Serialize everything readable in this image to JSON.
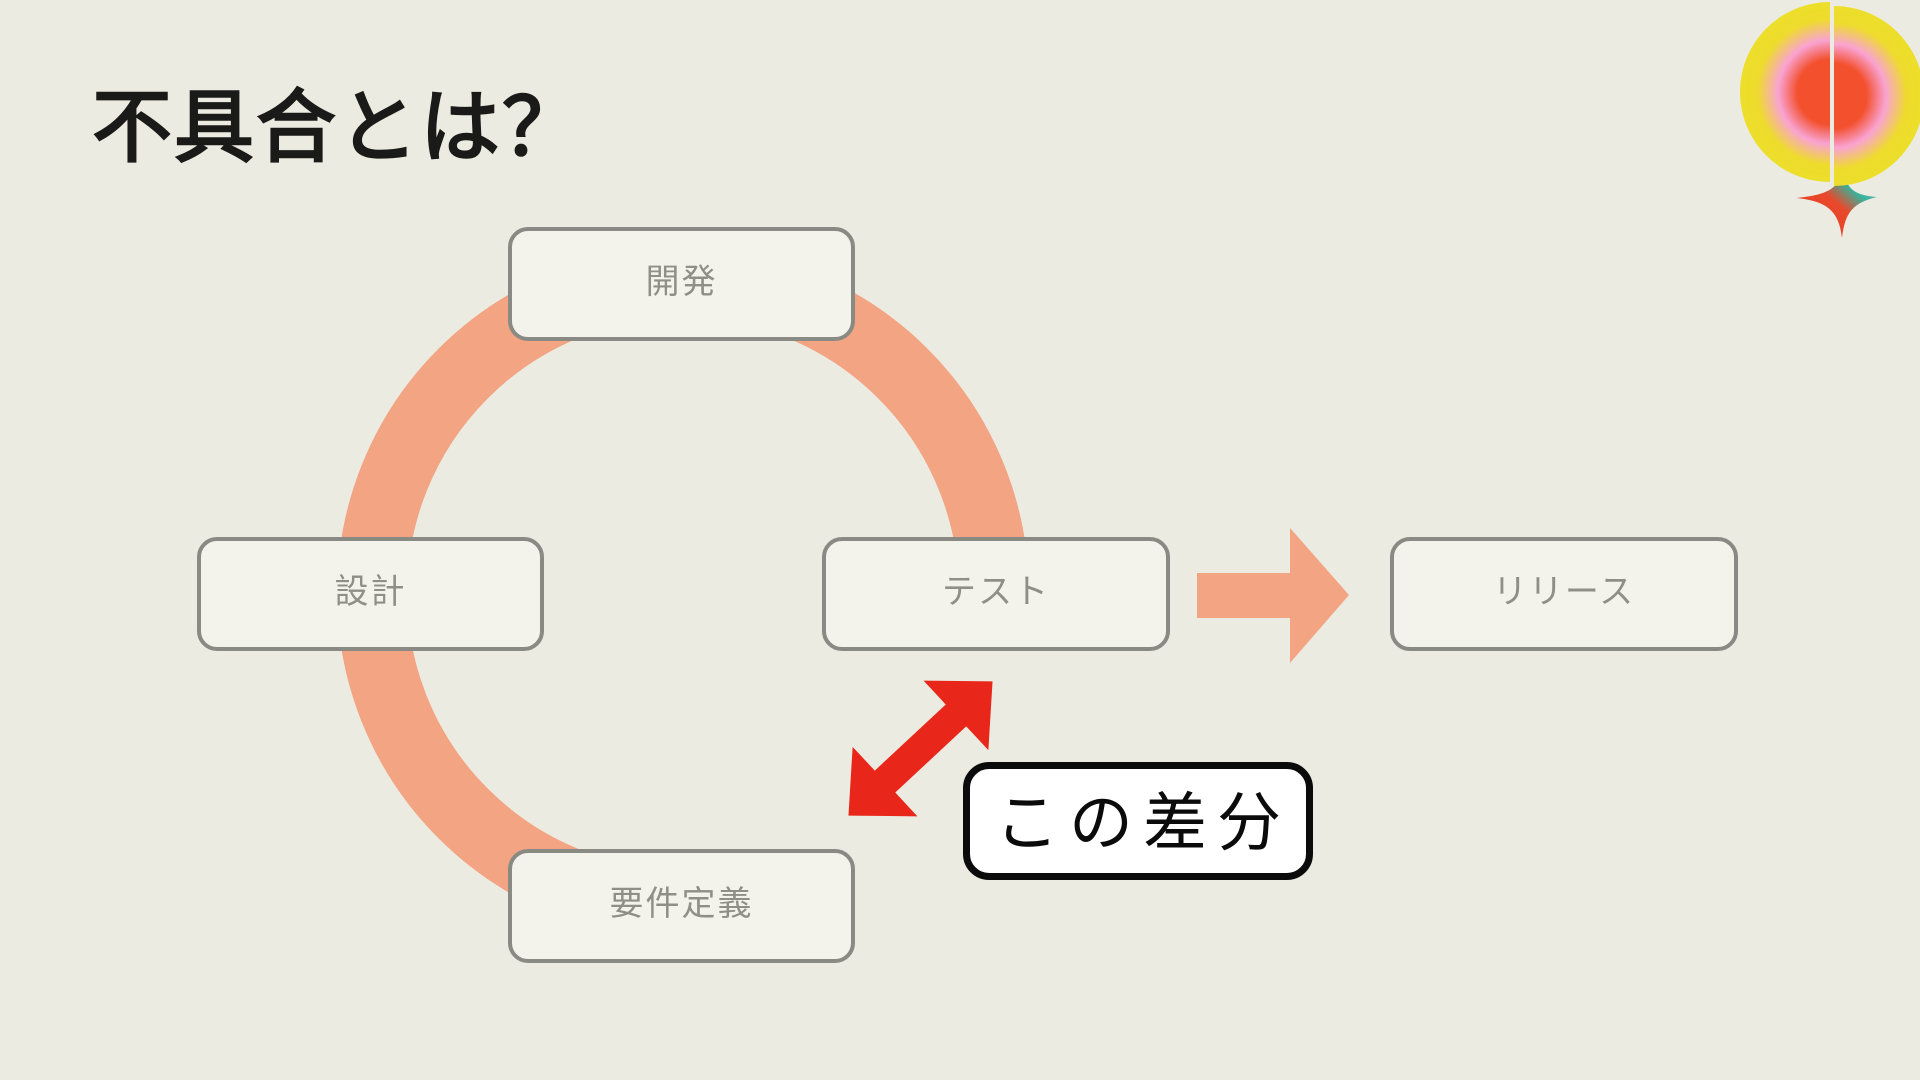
{
  "title": "不具合とは？",
  "flow": {
    "steps": [
      {
        "id": "dev",
        "label": "開発"
      },
      {
        "id": "design",
        "label": "設計"
      },
      {
        "id": "test",
        "label": "テスト"
      },
      {
        "id": "requirements",
        "label": "要件定義"
      }
    ],
    "release": {
      "label": "リリース"
    },
    "annotation": {
      "label": "この差分"
    }
  },
  "icons": [
    "cycle-ring-arc",
    "arrow-right-icon",
    "diff-double-arrow-icon",
    "half-circle-left-gradient",
    "half-circle-right-gradient",
    "sparkle-icon"
  ],
  "colors": {
    "background": "#ECEBE1",
    "ring": "#F2A483",
    "red_arrow": "#E8271A",
    "box_fill": "#F4F3EB",
    "box_border": "#8A8A84",
    "box_text": "#8F8F88",
    "title_text": "#1A1A18",
    "annotation_border": "#0B0B0B",
    "annotation_fill": "#FFFFFF",
    "deco_yellow": "#ECDF2A",
    "deco_pink": "#F9A3D2",
    "deco_red": "#F3502E",
    "deco_teal": "#35B49D"
  }
}
